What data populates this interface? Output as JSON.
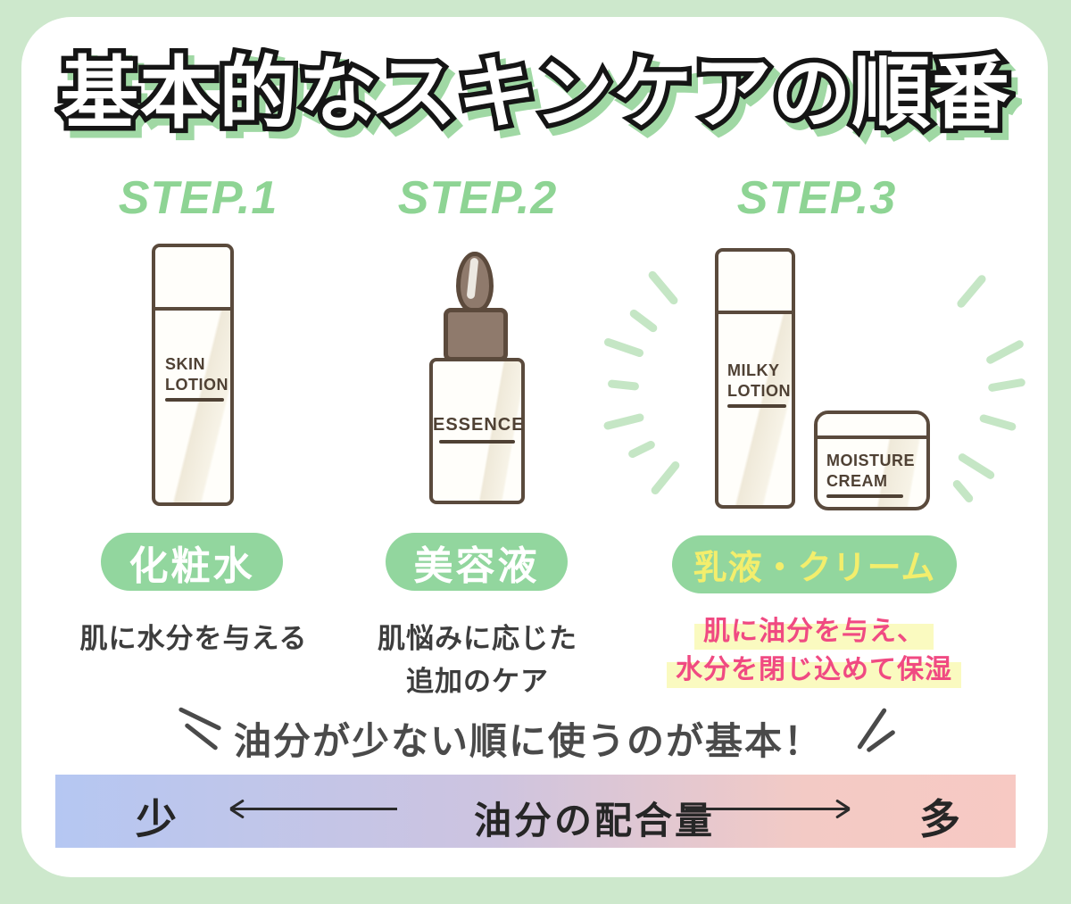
{
  "title": "基本的なスキンケアの順番",
  "steps": [
    {
      "label": "STEP.1",
      "product": {
        "line1": "SKIN",
        "line2": "LOTION"
      },
      "tag": "化粧水",
      "desc_line1": "肌に水分を与える",
      "desc_line2": ""
    },
    {
      "label": "STEP.2",
      "product": {
        "line1": "ESSENCE",
        "line2": ""
      },
      "tag": "美容液",
      "desc_line1": "肌悩みに応じた",
      "desc_line2": "追加のケア"
    },
    {
      "label": "STEP.3",
      "product": {
        "line1": "MILKY",
        "line2": "LOTION"
      },
      "product2": {
        "line1": "MOISTURE",
        "line2": "CREAM"
      },
      "tag": "乳液・クリーム",
      "desc_line1": "肌に油分を与え、",
      "desc_line2": "水分を閉じ込めて保湿"
    }
  ],
  "slogan": "油分が少ない順に使うのが基本！",
  "gradient_bar": {
    "left_label": "少",
    "center_label": "油分の配合量",
    "right_label": "多"
  },
  "colors": {
    "background_green": "#cde8cc",
    "card_white": "#ffffff",
    "step_green": "#8ed494",
    "pill_green": "#92d69e",
    "title_shadow_green": "#a0d8a4",
    "tag_text_yellow": "#f3ee6c",
    "pink_text": "#f04a82",
    "highlight_yellow": "#fafac0",
    "bar_blue": "#b5c7f2",
    "bar_pink": "#f7c9c3",
    "illustration_brown": "#5a4a3c"
  }
}
